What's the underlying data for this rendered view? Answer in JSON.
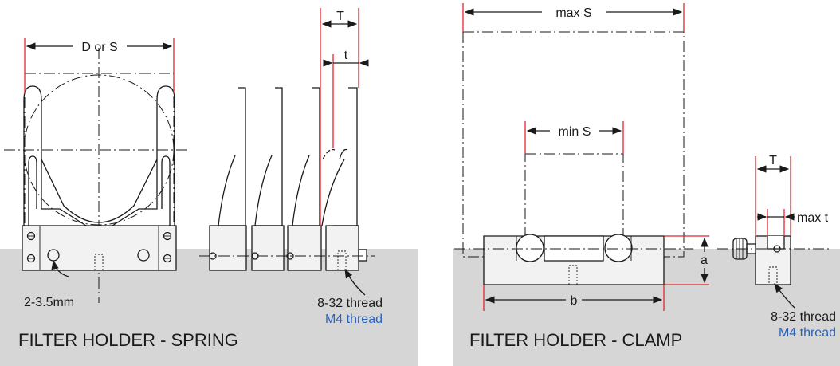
{
  "spring": {
    "title": "FILTER HOLDER - SPRING",
    "dim_d_or_s": "D or S",
    "dim_T": "T",
    "dim_t": "t",
    "hole_note": "2-3.5mm",
    "thread_imperial": "8-32 thread",
    "thread_metric": "M4 thread"
  },
  "clamp": {
    "title": "FILTER HOLDER - CLAMP",
    "dim_max_S": "max S",
    "dim_min_S": "min S",
    "dim_a": "a",
    "dim_b": "b",
    "dim_T": "T",
    "dim_max_t": "max t",
    "thread_imperial": "8-32 thread",
    "thread_metric": "M4 thread"
  },
  "colors": {
    "panel_gray": "#d6d6d6",
    "dimension_red": "#e3262b",
    "metric_blue": "#2a62b8"
  }
}
